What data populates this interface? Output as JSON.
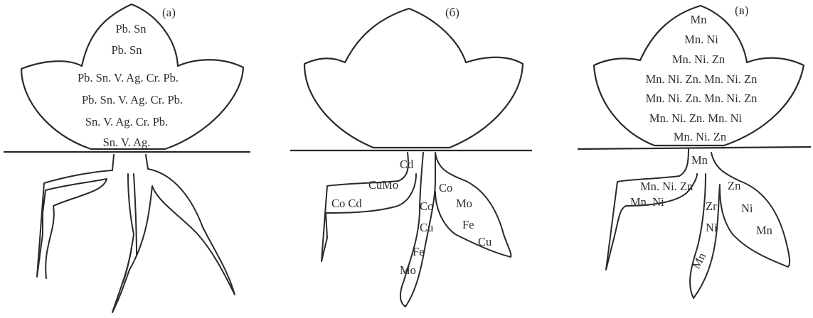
{
  "panels": [
    {
      "label": "(a)",
      "leaf_lines": [
        "Pb. Sn",
        "Pb.  Sn",
        "Pb. Sn.  V.  Ag.  Cr. Pb.",
        "Pb.  Sn. V.   Ag.  Cr. Pb.",
        "Sn.  V.  Ag.  Cr.  Pb.",
        "Sn. V. Ag."
      ],
      "root_labels": []
    },
    {
      "label": "(б)",
      "leaf_lines": [],
      "root_labels": [
        "Cd",
        "CuMo",
        "Co Cd",
        "Co",
        "Co",
        "Cu",
        "Fe",
        "Mo",
        "Mo",
        "Fe",
        "Cu"
      ]
    },
    {
      "label": "(в)",
      "leaf_lines": [
        "Mn",
        "Mn. Ni",
        "Mn. Ni. Zn",
        "Mn.  Ni.  Zn.  Mn.  Ni.  Zn",
        "Mn.  Ni.  Zn.  Mn.  Ni.  Zn",
        "Mn.  Ni.  Zn.  Mn.  Ni",
        "Mn. Ni. Zn"
      ],
      "root_labels": [
        "Mn",
        "Mn. Ni. Zn",
        "Mn. Ni",
        "Zn",
        "Zr",
        "Ni",
        "Ni",
        "Mn",
        "Mn"
      ]
    }
  ]
}
